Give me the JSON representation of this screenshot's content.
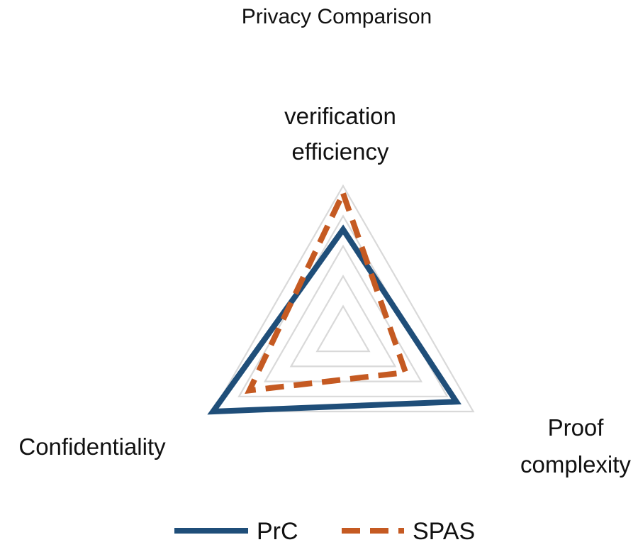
{
  "chart_data": {
    "type": "radar",
    "title": "Privacy Comparison",
    "axes": [
      [
        "verification",
        "efficiency"
      ],
      [
        "Proof",
        "complexity"
      ],
      [
        "Confidentiality"
      ]
    ],
    "grid_levels": [
      0.2,
      0.4,
      0.6,
      0.8,
      1.0
    ],
    "range": [
      0,
      1
    ],
    "legend_position": "bottom",
    "series": [
      {
        "name": "PrC",
        "values": [
          0.71,
          0.87,
          1.0
        ],
        "color": "#1f4e79",
        "style": "solid"
      },
      {
        "name": "SPAS",
        "values": [
          0.95,
          0.48,
          0.72
        ],
        "color": "#c55a22",
        "style": "dashed"
      }
    ],
    "grid_color": "#d9d9d9"
  }
}
